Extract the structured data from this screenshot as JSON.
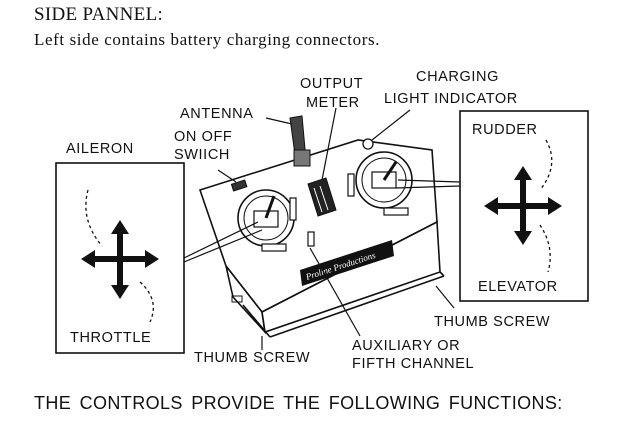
{
  "heading": "SIDE PANNEL:",
  "subheading": "Left side contains battery charging connectors.",
  "labels": {
    "output_meter_1": "OUTPUT",
    "output_meter_2": "METER",
    "charging_1": "CHARGING",
    "charging_2": "LIGHT INDICATOR",
    "antenna": "ANTENNA",
    "on_off_1": "ON OFF",
    "on_off_2": "SWIICH",
    "aileron": "AILERON",
    "rudder": "RUDDER",
    "elevator": "ELEVATOR",
    "throttle": "THROTTLE",
    "thumb_screw_right": "THUMB SCREW",
    "thumb_screw_left": "THUMB SCREW",
    "auxiliary_1": "AUXILIARY OR",
    "auxiliary_2": "FIFTH CHANNEL",
    "brand": "Proline Productions"
  },
  "footer": "THE CONTROLS PROVIDE THE FOLLOWING FUNCTIONS:"
}
